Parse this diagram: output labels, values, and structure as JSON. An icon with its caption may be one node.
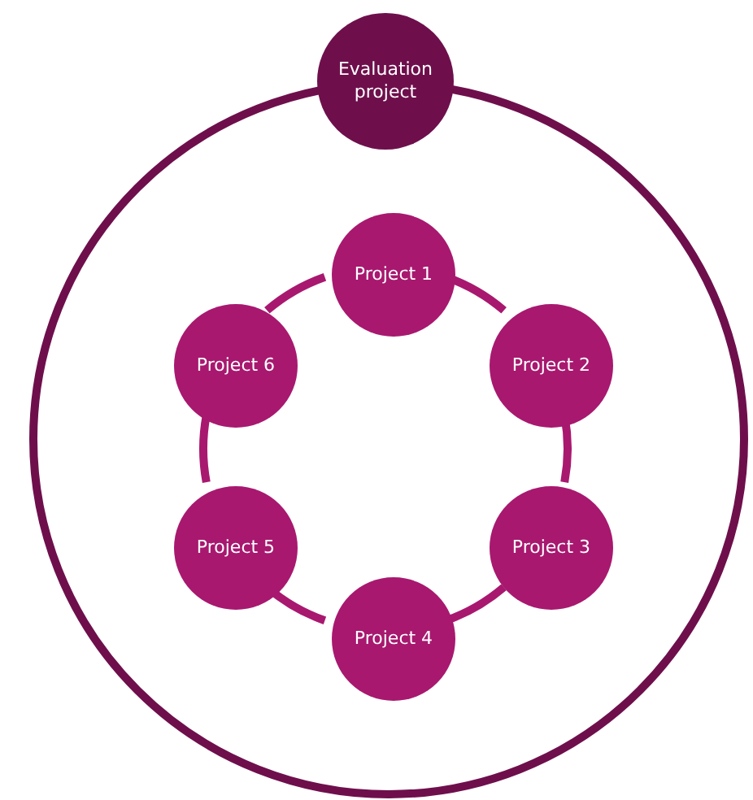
{
  "diagram": {
    "nodes": [
      {
        "text": [
          "Evaluation project"
        ]
      },
      {
        "text": [],
        "shape": "circle"
      },
      {
        "text": [
          "Project 1"
        ],
        "in": 1
      },
      {
        "text": [
          "Project 2"
        ],
        "in": 1
      },
      {
        "text": [
          "Project 3"
        ],
        "in": 1
      },
      {
        "text": [
          "Project 4"
        ],
        "in": 1
      },
      {
        "text": [
          "Project 5"
        ],
        "in": 1
      },
      {
        "text": [
          "Project 6"
        ],
        "in": 1
      }
    ],
    "edges": [
      {
        "from": 2,
        "to": 3,
        "arrow": "none"
      },
      {
        "from": 3,
        "to": 4,
        "arrow": "none"
      },
      {
        "from": 4,
        "to": 5,
        "arrow": "none"
      },
      {
        "from": 5,
        "to": 6,
        "arrow": "none"
      },
      {
        "from": 6,
        "to": 7,
        "arrow": "none"
      },
      {
        "from": 7,
        "to": 2,
        "arrow": "none"
      }
    ]
  }
}
